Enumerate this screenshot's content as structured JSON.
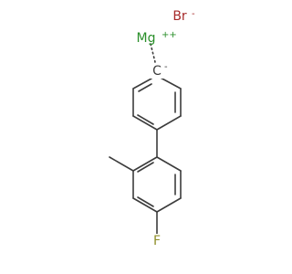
{
  "molecule": {
    "atoms": {
      "br": {
        "symbol": "Br",
        "charge": "-",
        "color": "#a62929"
      },
      "mg": {
        "symbol": "Mg",
        "charge": "++",
        "color": "#2a8f2a"
      },
      "c": {
        "symbol": "C",
        "charge": "-",
        "color": "#3c3c3c"
      },
      "f": {
        "symbol": "F",
        "color": "#8f8f2a"
      }
    },
    "bond_color": "#3c3c3c"
  }
}
